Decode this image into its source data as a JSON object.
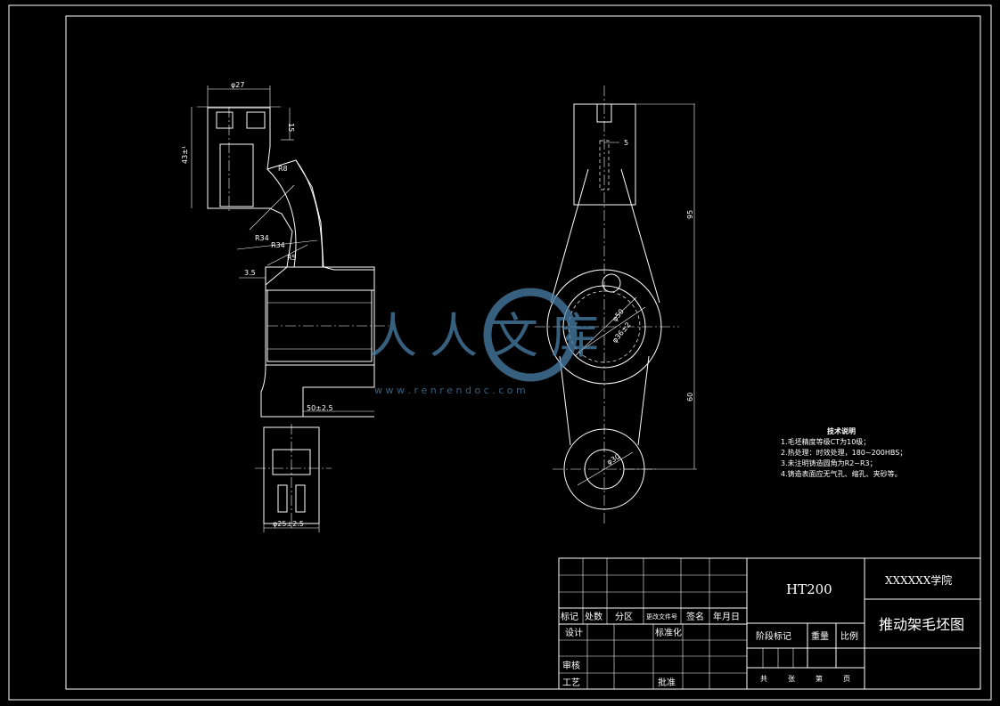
{
  "drawing": {
    "views": {
      "side": {
        "dims": {
          "top_dia": "φ27",
          "depth": "15",
          "height_left": "43±¹",
          "radius_small": "R8",
          "r34a": "R34",
          "r34b": "R34",
          "r5": "R5",
          "offset": "3.5",
          "boss_len": "50±2.5",
          "bottom_dia": "φ25±2.5"
        }
      },
      "front": {
        "dims": {
          "slot": "5",
          "upper_len": "95",
          "lower_len": "60",
          "big_dia": "φ50",
          "bore_dia": "φ36±2",
          "small_dia": "φ30"
        }
      }
    },
    "notes": {
      "title": "技术说明",
      "items": [
        "1.毛坯精度等级CT为10级；",
        "2.热处理：时效处理，180~200HBS；",
        "3.未注明铸造圆角为R2~R3；",
        "4.铸造表面应无气孔、缩孔、夹砂等。"
      ]
    },
    "watermark": {
      "brand": "人人文库",
      "url": "w w w . r e n r e n d o c . c o m"
    },
    "title_block": {
      "material": "HT200",
      "school": "XXXXXX学院",
      "drawing_name": "推动架毛坯图",
      "header_labels": [
        "标记",
        "处数",
        "分区",
        "更改文件号",
        "签名",
        "年月日"
      ],
      "design": "设计",
      "standardize": "标准化",
      "review": "审核",
      "process": "工艺",
      "approve": "批准",
      "stage_mark": "阶段标记",
      "weight": "重量",
      "scale": "比例",
      "total": "共",
      "sheets": "张",
      "page_no": "第",
      "page": "页"
    }
  }
}
